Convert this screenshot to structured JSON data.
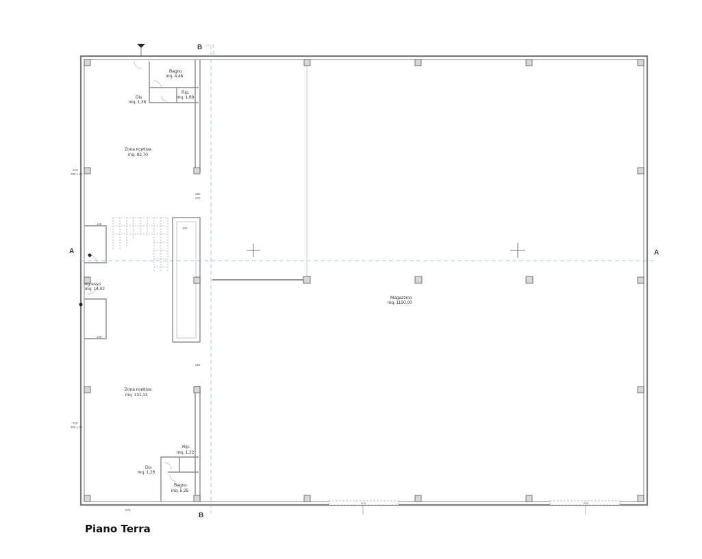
{
  "title": "Piano Terra",
  "rooms": [
    {
      "id": "bagno-1",
      "name": "Bagno",
      "area": "mq. 4,46"
    },
    {
      "id": "rip-1",
      "name": "Rip.",
      "area": "mq. 1,68"
    },
    {
      "id": "dis-1",
      "name": "Dis",
      "area": "mq. 1,36"
    },
    {
      "id": "zona-1",
      "name": "Zona ricettiva",
      "area": "mq. 92,70"
    },
    {
      "id": "ingresso",
      "name": "Ingresso",
      "area": "mq. 14,02"
    },
    {
      "id": "magazzino",
      "name": "Magazzino",
      "area": "mq. 1150,00"
    },
    {
      "id": "zona-2",
      "name": "Zona ricettiva",
      "area": "mq. 131,13"
    },
    {
      "id": "rip-2",
      "name": "Rip.",
      "area": "mq. 1,22"
    },
    {
      "id": "dis-2",
      "name": "Dis",
      "area": "mq. 1,26"
    },
    {
      "id": "bagno-2",
      "name": "Bagno",
      "area": "mq. 5,25"
    }
  ],
  "section_marks": {
    "a": "A",
    "b": "B"
  },
  "dimension_notes": [
    "219",
    "200 x 30",
    "280",
    "270",
    "140",
    "100",
    "215",
    "200 x 30",
    "575",
    "S.5"
  ]
}
